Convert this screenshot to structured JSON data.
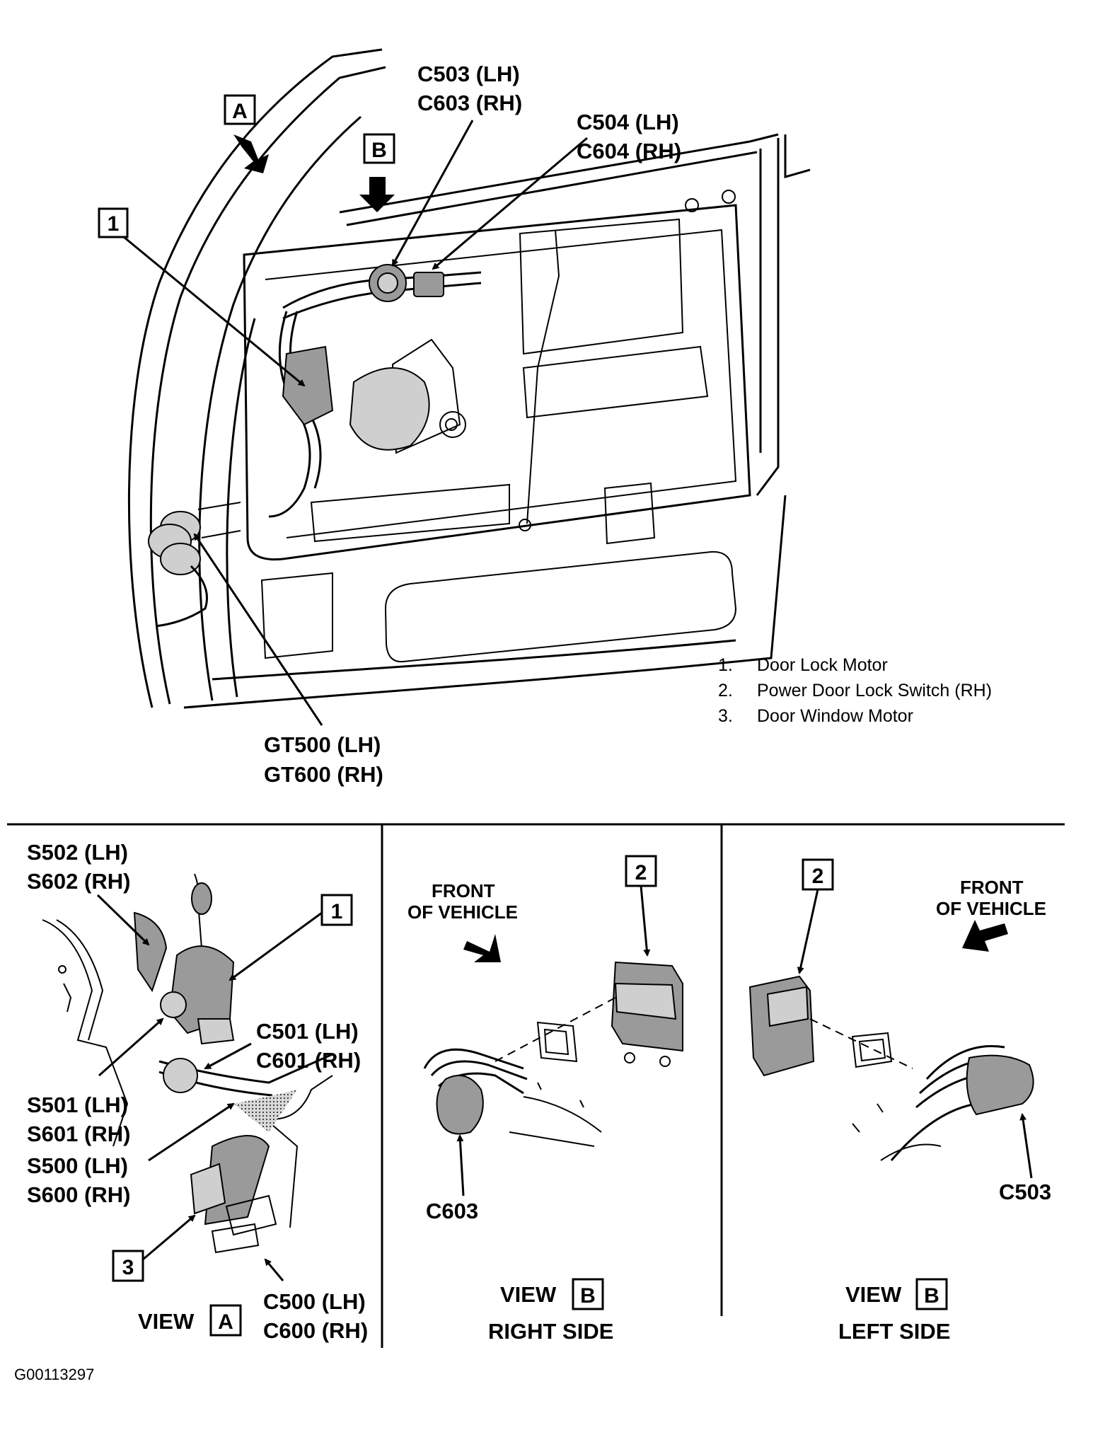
{
  "callouts": {
    "view_a_box": "A",
    "view_b_box": "B",
    "item_1_box": "1",
    "c503_c603": [
      "C503 (LH)",
      "C603 (RH)"
    ],
    "c504_c604": [
      "C504 (LH)",
      "C604 (RH)"
    ],
    "gt500_gt600": [
      "GT500 (LH)",
      "GT600 (RH)"
    ]
  },
  "legend": [
    {
      "num": "1.",
      "text": "Door Lock Motor"
    },
    {
      "num": "2.",
      "text": "Power Door Lock Switch (RH)"
    },
    {
      "num": "3.",
      "text": "Door Window Motor"
    }
  ],
  "view_a": {
    "s502_s602": [
      "S502 (LH)",
      "S602 (RH)"
    ],
    "item_1": "1",
    "c501_c601": [
      "C501 (LH)",
      "C601 (RH)"
    ],
    "s501_s601": [
      "S501 (LH)",
      "S601 (RH)"
    ],
    "s500_s600": [
      "S500 (LH)",
      "S600 (RH)"
    ],
    "item_3": "3",
    "c500_c600": [
      "C500 (LH)",
      "C600 (RH)"
    ],
    "view_word": "VIEW",
    "view_letter": "A"
  },
  "view_b_right": {
    "item_2": "2",
    "front_of_vehicle": [
      "FRONT",
      "OF VEHICLE"
    ],
    "connector": "C603",
    "view_word": "VIEW",
    "view_letter": "B",
    "side": "RIGHT SIDE"
  },
  "view_b_left": {
    "item_2": "2",
    "front_of_vehicle": [
      "FRONT",
      "OF VEHICLE"
    ],
    "connector": "C503",
    "view_word": "VIEW",
    "view_letter": "B",
    "side": "LEFT SIDE"
  },
  "figure_id": "G00113297"
}
